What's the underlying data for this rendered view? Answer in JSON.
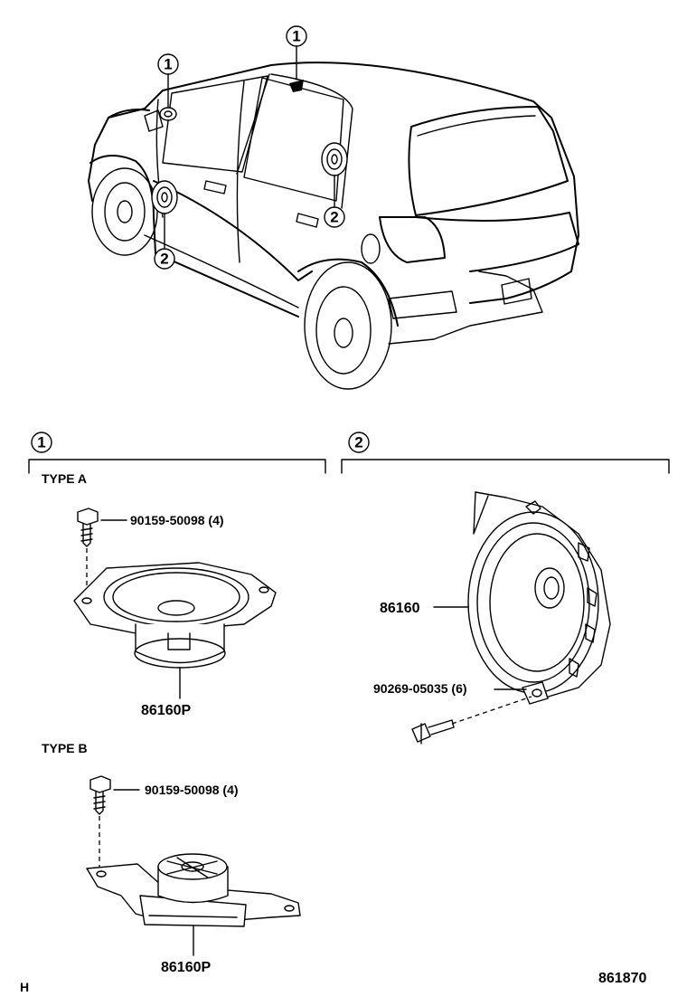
{
  "callouts": {
    "one": "1",
    "two": "2"
  },
  "section_one": {
    "type_a": {
      "title": "TYPE A",
      "screw_label": "90159-50098 (4)",
      "speaker_label": "86160P"
    },
    "type_b": {
      "title": "TYPE B",
      "screw_label": "90159-50098 (4)",
      "speaker_label": "86160P"
    }
  },
  "section_two": {
    "speaker_label": "86160",
    "rivet_label": "90269-05035 (6)"
  },
  "footer": {
    "left_code": "H",
    "diagram_code": "861870"
  }
}
